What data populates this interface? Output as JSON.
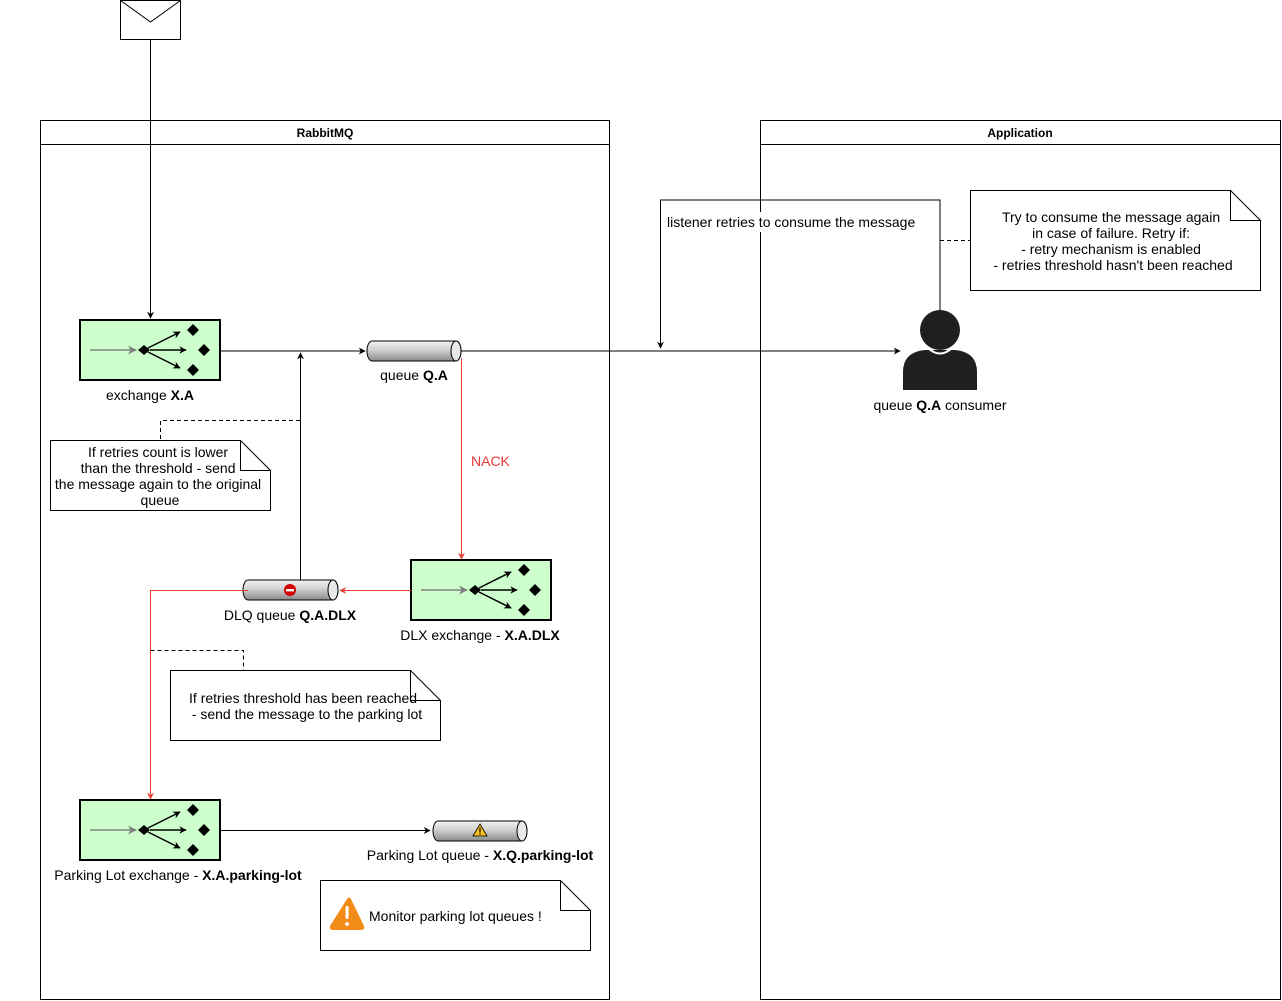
{
  "colors": {
    "exchange_fill": "#ccffcc",
    "exchange_stroke": "#000000",
    "nack": "#ea4335",
    "warning": "#f28c18",
    "stop": "#d50000"
  },
  "pools": {
    "rabbitmq": "RabbitMQ",
    "application": "Application"
  },
  "icons": {
    "message": "envelope-icon",
    "consumer": "user-icon",
    "warning": "warning-icon",
    "stop": "stop-icon"
  },
  "nodes": {
    "exchange_xa": {
      "prefix": "exchange ",
      "name": "X.A"
    },
    "queue_qa": {
      "prefix": "queue ",
      "name": "Q.A"
    },
    "consumer": {
      "prefix": "queue ",
      "name": "Q.A",
      "suffix": " consumer"
    },
    "dlx_exchange": {
      "prefix": "DLX exchange - ",
      "name": "X.A.DLX"
    },
    "dlq_queue": {
      "prefix": "DLQ queue ",
      "name": "Q.A.DLX"
    },
    "parking_exchange": {
      "prefix": "Parking Lot exchange - ",
      "name": "X.A.parking-lot"
    },
    "parking_queue": {
      "prefix": "Parking Lot queue - ",
      "name": "X.Q.parking-lot"
    }
  },
  "edges": {
    "nack": "NACK",
    "listener_retry": "listener retries to consume the message"
  },
  "notes": {
    "retry_note": [
      "Try to consume the message again",
      "in case of failure. Retry if:",
      "- retry mechanism is enabled",
      "- retries threshold hasn't been reached"
    ],
    "threshold_note": [
      "If retries count is lower",
      "than the threshold - send",
      "the message again to the original",
      "queue"
    ],
    "parking_note": [
      "If retries threshold has been reached",
      "- send the message to the parking lot"
    ],
    "monitor_note": "Monitor parking lot queues !"
  }
}
